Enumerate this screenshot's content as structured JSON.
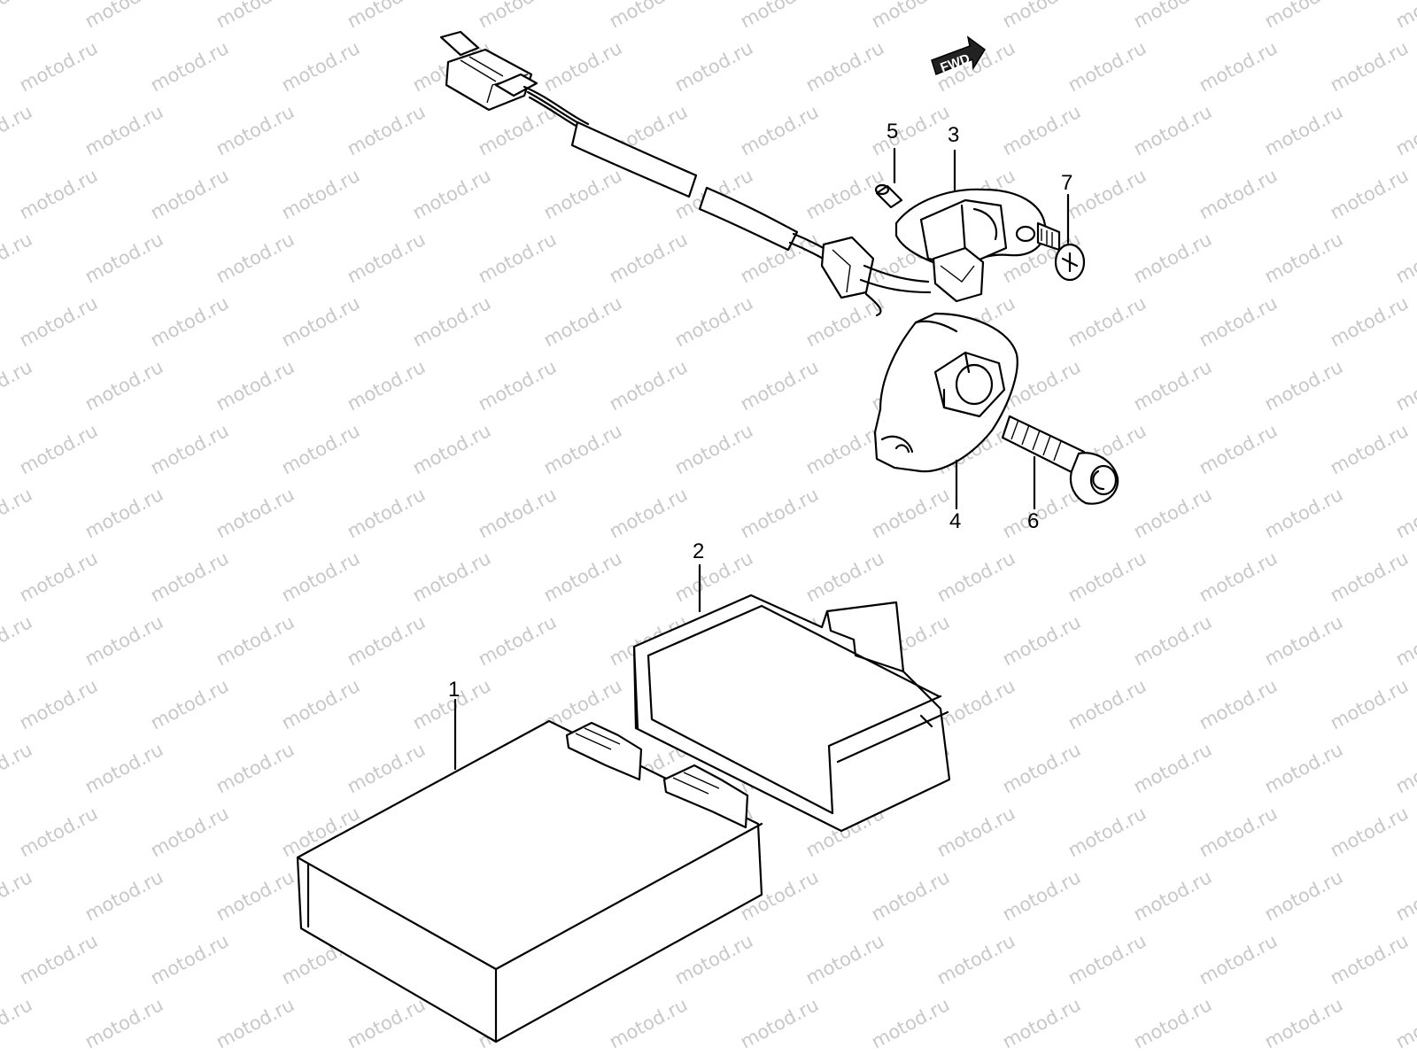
{
  "watermark": {
    "text": "motod.ru",
    "color": "#c8c8c8"
  },
  "fwd_arrow": {
    "label": "FWD"
  },
  "callouts": [
    {
      "id": "part-1",
      "label": "1"
    },
    {
      "id": "part-2",
      "label": "2"
    },
    {
      "id": "part-3",
      "label": "3"
    },
    {
      "id": "part-4",
      "label": "4"
    },
    {
      "id": "part-5",
      "label": "5"
    },
    {
      "id": "part-6",
      "label": "6"
    },
    {
      "id": "part-7",
      "label": "7"
    }
  ],
  "colors": {
    "line": "#000000",
    "background": "#ffffff"
  }
}
